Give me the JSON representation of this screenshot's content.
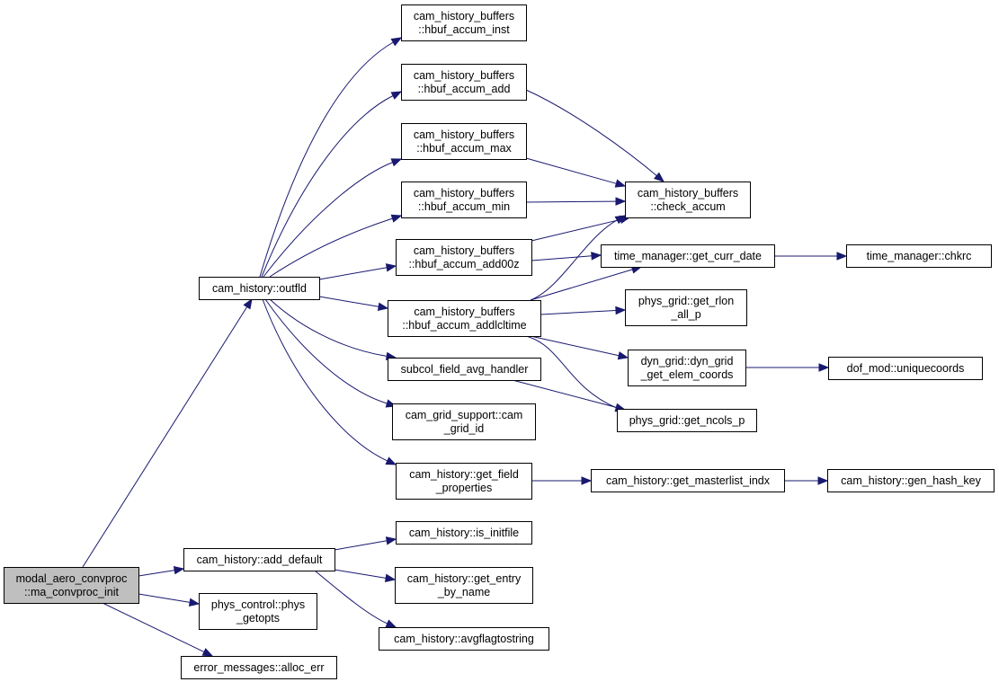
{
  "nodes": [
    {
      "id": "root",
      "lines": [
        "modal_aero_convproc",
        "::ma_convproc_init"
      ],
      "highlighted": true
    },
    {
      "id": "outfld",
      "lines": [
        "cam_history::outfld"
      ]
    },
    {
      "id": "add_default",
      "lines": [
        "cam_history::add_default"
      ]
    },
    {
      "id": "phys_getopts",
      "lines": [
        "phys_control::phys",
        "_getopts"
      ]
    },
    {
      "id": "alloc_err",
      "lines": [
        "error_messages::alloc_err"
      ]
    },
    {
      "id": "hbuf_accum_inst",
      "lines": [
        "cam_history_buffers",
        "::hbuf_accum_inst"
      ]
    },
    {
      "id": "hbuf_accum_add",
      "lines": [
        "cam_history_buffers",
        "::hbuf_accum_add"
      ]
    },
    {
      "id": "hbuf_accum_max",
      "lines": [
        "cam_history_buffers",
        "::hbuf_accum_max"
      ]
    },
    {
      "id": "hbuf_accum_min",
      "lines": [
        "cam_history_buffers",
        "::hbuf_accum_min"
      ]
    },
    {
      "id": "hbuf_accum_add00z",
      "lines": [
        "cam_history_buffers",
        "::hbuf_accum_add00z"
      ]
    },
    {
      "id": "hbuf_accum_addlcltime",
      "lines": [
        "cam_history_buffers",
        "::hbuf_accum_addlcltime"
      ]
    },
    {
      "id": "subcol_field_avg_handler",
      "lines": [
        "subcol_field_avg_handler"
      ]
    },
    {
      "id": "cam_grid_id",
      "lines": [
        "cam_grid_support::cam",
        "_grid_id"
      ]
    },
    {
      "id": "get_field_properties",
      "lines": [
        "cam_history::get_field",
        "_properties"
      ]
    },
    {
      "id": "is_initfile",
      "lines": [
        "cam_history::is_initfile"
      ]
    },
    {
      "id": "get_entry_by_name",
      "lines": [
        "cam_history::get_entry",
        "_by_name"
      ]
    },
    {
      "id": "avgflagtostring",
      "lines": [
        "cam_history::avgflagtostring"
      ]
    },
    {
      "id": "check_accum",
      "lines": [
        "cam_history_buffers",
        "::check_accum"
      ]
    },
    {
      "id": "get_curr_date",
      "lines": [
        "time_manager::get_curr_date"
      ]
    },
    {
      "id": "get_rlon_all_p",
      "lines": [
        "phys_grid::get_rlon",
        "_all_p"
      ]
    },
    {
      "id": "dyn_grid_get_elem_coords",
      "lines": [
        "dyn_grid::dyn_grid",
        "_get_elem_coords"
      ]
    },
    {
      "id": "get_ncols_p",
      "lines": [
        "phys_grid::get_ncols_p"
      ]
    },
    {
      "id": "get_masterlist_indx",
      "lines": [
        "cam_history::get_masterlist_indx"
      ]
    },
    {
      "id": "chkrc",
      "lines": [
        "time_manager::chkrc"
      ]
    },
    {
      "id": "uniquecoords",
      "lines": [
        "dof_mod::uniquecoords"
      ]
    },
    {
      "id": "gen_hash_key",
      "lines": [
        "cam_history::gen_hash_key"
      ]
    }
  ],
  "edges": [
    {
      "from": "root",
      "to": "outfld"
    },
    {
      "from": "root",
      "to": "add_default"
    },
    {
      "from": "root",
      "to": "phys_getopts"
    },
    {
      "from": "root",
      "to": "alloc_err"
    },
    {
      "from": "outfld",
      "to": "hbuf_accum_inst"
    },
    {
      "from": "outfld",
      "to": "hbuf_accum_add"
    },
    {
      "from": "outfld",
      "to": "hbuf_accum_max"
    },
    {
      "from": "outfld",
      "to": "hbuf_accum_min"
    },
    {
      "from": "outfld",
      "to": "hbuf_accum_add00z"
    },
    {
      "from": "outfld",
      "to": "hbuf_accum_addlcltime"
    },
    {
      "from": "outfld",
      "to": "subcol_field_avg_handler"
    },
    {
      "from": "outfld",
      "to": "cam_grid_id"
    },
    {
      "from": "outfld",
      "to": "get_field_properties"
    },
    {
      "from": "add_default",
      "to": "is_initfile"
    },
    {
      "from": "add_default",
      "to": "get_entry_by_name"
    },
    {
      "from": "add_default",
      "to": "avgflagtostring"
    },
    {
      "from": "hbuf_accum_add",
      "to": "check_accum"
    },
    {
      "from": "hbuf_accum_max",
      "to": "check_accum"
    },
    {
      "from": "hbuf_accum_min",
      "to": "check_accum"
    },
    {
      "from": "hbuf_accum_add00z",
      "to": "check_accum"
    },
    {
      "from": "hbuf_accum_add00z",
      "to": "get_curr_date"
    },
    {
      "from": "hbuf_accum_addlcltime",
      "to": "check_accum"
    },
    {
      "from": "hbuf_accum_addlcltime",
      "to": "get_curr_date"
    },
    {
      "from": "hbuf_accum_addlcltime",
      "to": "get_rlon_all_p"
    },
    {
      "from": "hbuf_accum_addlcltime",
      "to": "dyn_grid_get_elem_coords"
    },
    {
      "from": "hbuf_accum_addlcltime",
      "to": "get_ncols_p"
    },
    {
      "from": "subcol_field_avg_handler",
      "to": "get_ncols_p"
    },
    {
      "from": "get_curr_date",
      "to": "chkrc"
    },
    {
      "from": "dyn_grid_get_elem_coords",
      "to": "uniquecoords"
    },
    {
      "from": "get_field_properties",
      "to": "get_masterlist_indx"
    },
    {
      "from": "get_masterlist_indx",
      "to": "gen_hash_key"
    }
  ]
}
